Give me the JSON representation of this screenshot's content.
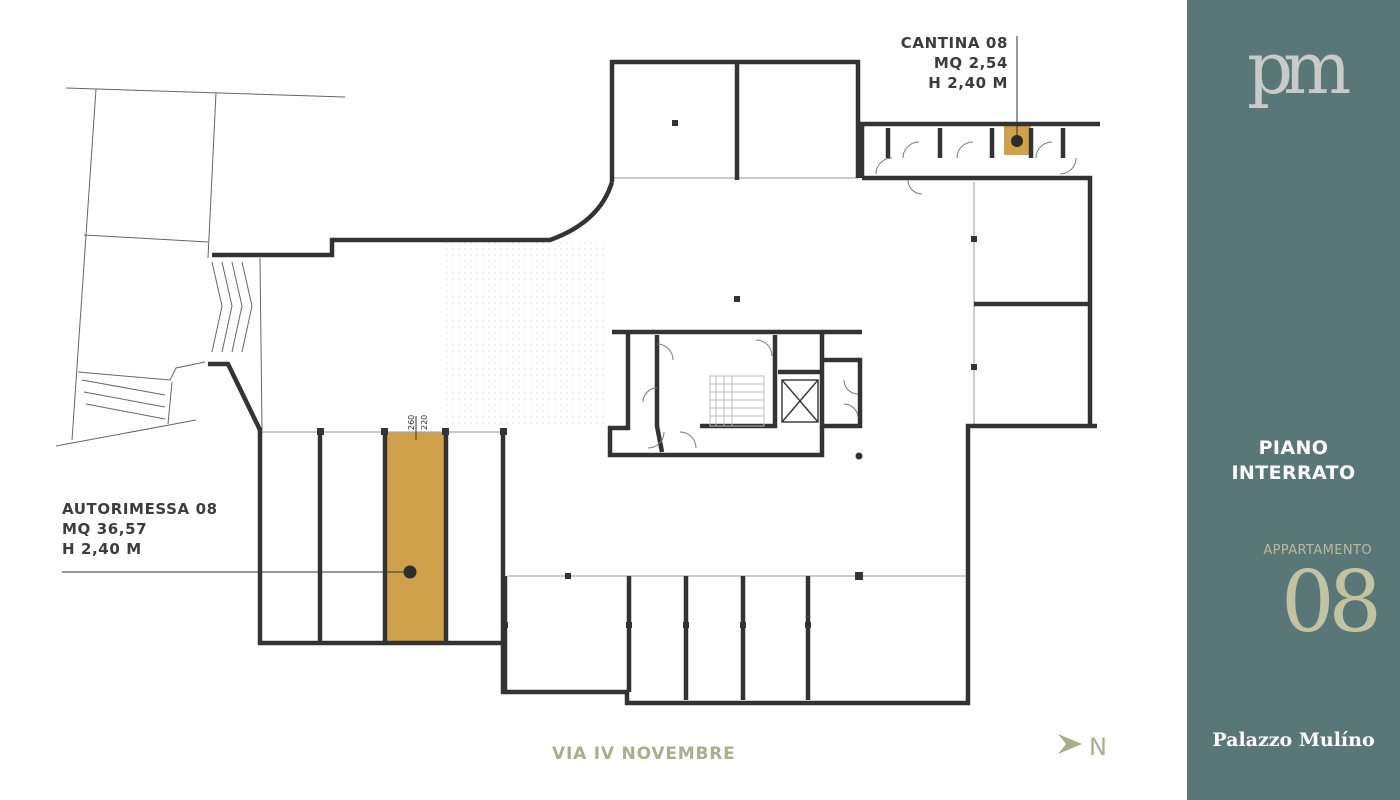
{
  "cantina": {
    "name": "CANTINA 08",
    "area": "MQ 2,54",
    "height": "H 2,40 M"
  },
  "autorimessa": {
    "name": "AUTORIMESSA 08",
    "area": "MQ 36,57",
    "height": "H 2,40 M"
  },
  "dimensions": {
    "top": "260",
    "bottom": "220"
  },
  "street": "VIA IV NOVEMBRE",
  "compass": {
    "letter": "N"
  },
  "sidebar": {
    "logo": "pm",
    "floor_line1": "PIANO",
    "floor_line2": "INTERRATO",
    "apartment_label": "APPARTAMENTO",
    "apartment_number": "08",
    "brand": "Palazzo Mulíno"
  },
  "colors": {
    "highlight": "#cfa14a",
    "wall": "#333333",
    "sidebar_bg": "#5a7777",
    "muted_text": "#a9ae8c"
  }
}
